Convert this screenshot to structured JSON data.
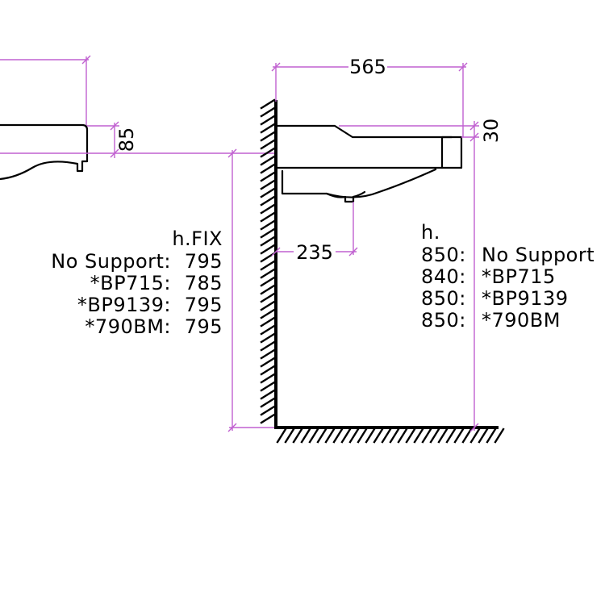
{
  "colors": {
    "dimension_line": "#c061d0",
    "object_line": "#000000",
    "background": "#ffffff"
  },
  "dimensions": {
    "depth": "565",
    "front_thickness": "30",
    "side_thickness": "85",
    "waste_offset": "235"
  },
  "fix_table": {
    "header": "h.FIX",
    "rows": [
      {
        "label": "No Support:",
        "value": "795"
      },
      {
        "label": "*BP715:",
        "value": "785"
      },
      {
        "label": "*BP9139:",
        "value": "795"
      },
      {
        "label": "*790BM:",
        "value": "795"
      }
    ]
  },
  "height_table": {
    "header": "h.",
    "rows": [
      {
        "value": "850:",
        "label": "No Support"
      },
      {
        "value": "840:",
        "label": "*BP715"
      },
      {
        "value": "850:",
        "label": "*BP9139"
      },
      {
        "value": "850:",
        "label": "*790BM"
      }
    ]
  }
}
